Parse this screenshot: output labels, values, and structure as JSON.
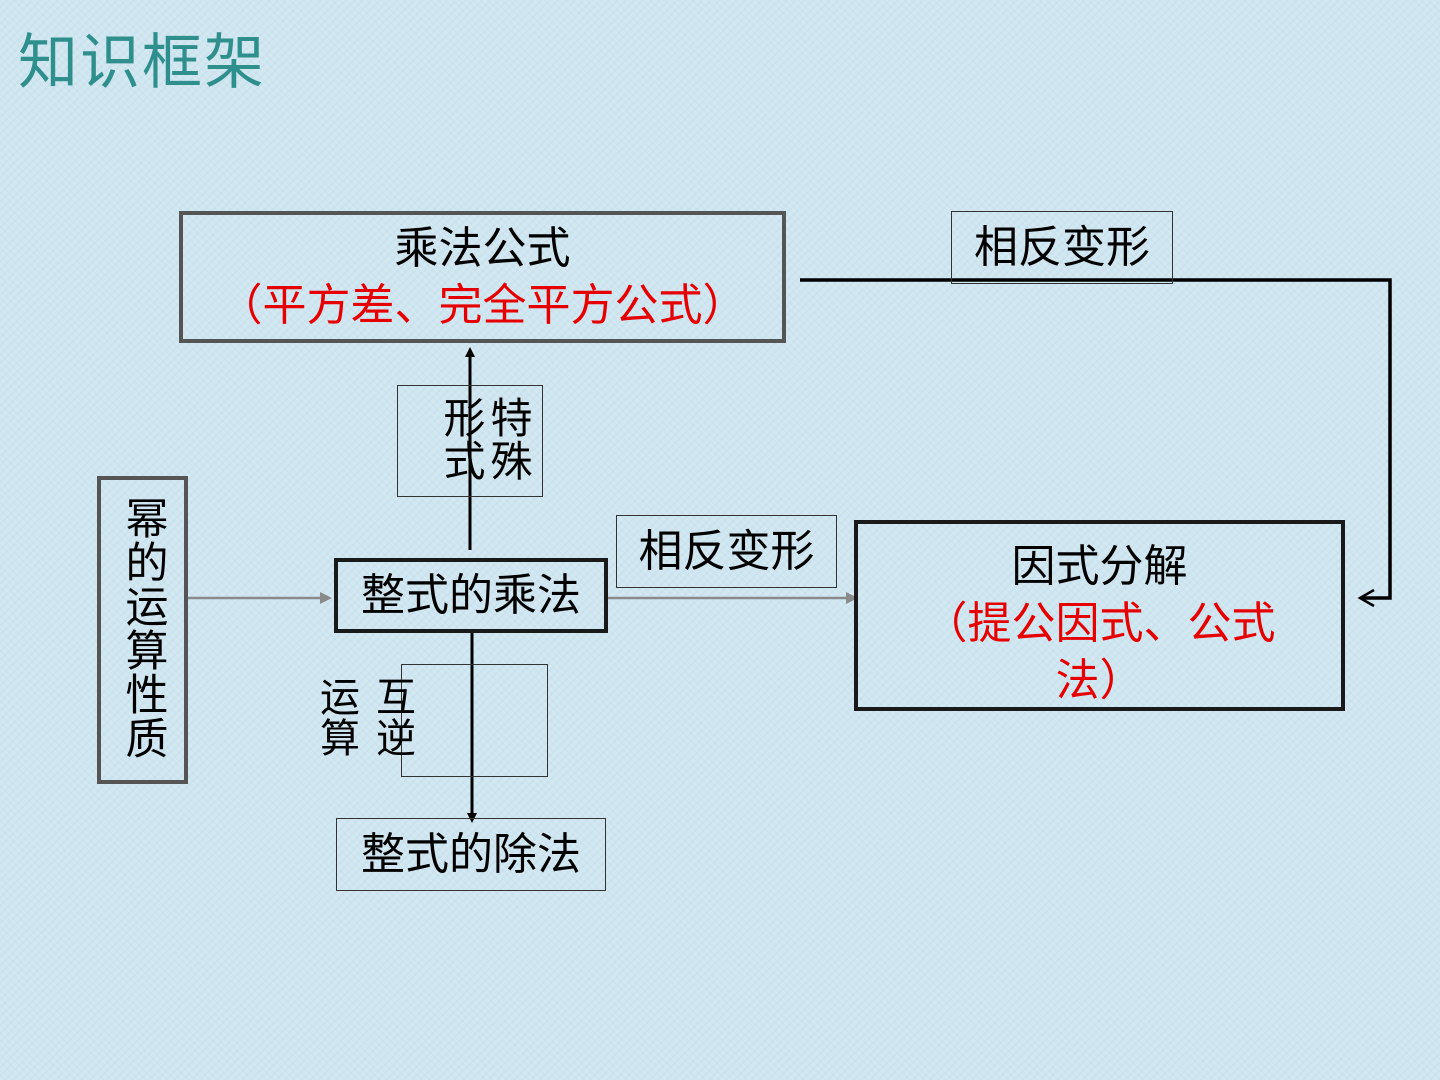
{
  "title": "知识框架",
  "nodes": {
    "mult_formula": {
      "label": "乘法公式",
      "sub": "（平方差、完全平方公式）"
    },
    "reverse_top": {
      "label": "相反变形"
    },
    "special_form": {
      "label": "特殊形式"
    },
    "power_props": {
      "label": "幂的运算性质"
    },
    "poly_mult": {
      "label": "整式的乘法"
    },
    "reverse_mid": {
      "label": "相反变形"
    },
    "factorization": {
      "label": "因式分解",
      "sub": "（提公因式、公式法）"
    },
    "inverse_op": {
      "label": "互逆运算"
    },
    "poly_div": {
      "label": "整式的除法"
    }
  },
  "colors": {
    "title": "#2e8f8c",
    "emphasis": "#e60000",
    "line": "#000000",
    "gray_line": "#8a8a8a"
  }
}
